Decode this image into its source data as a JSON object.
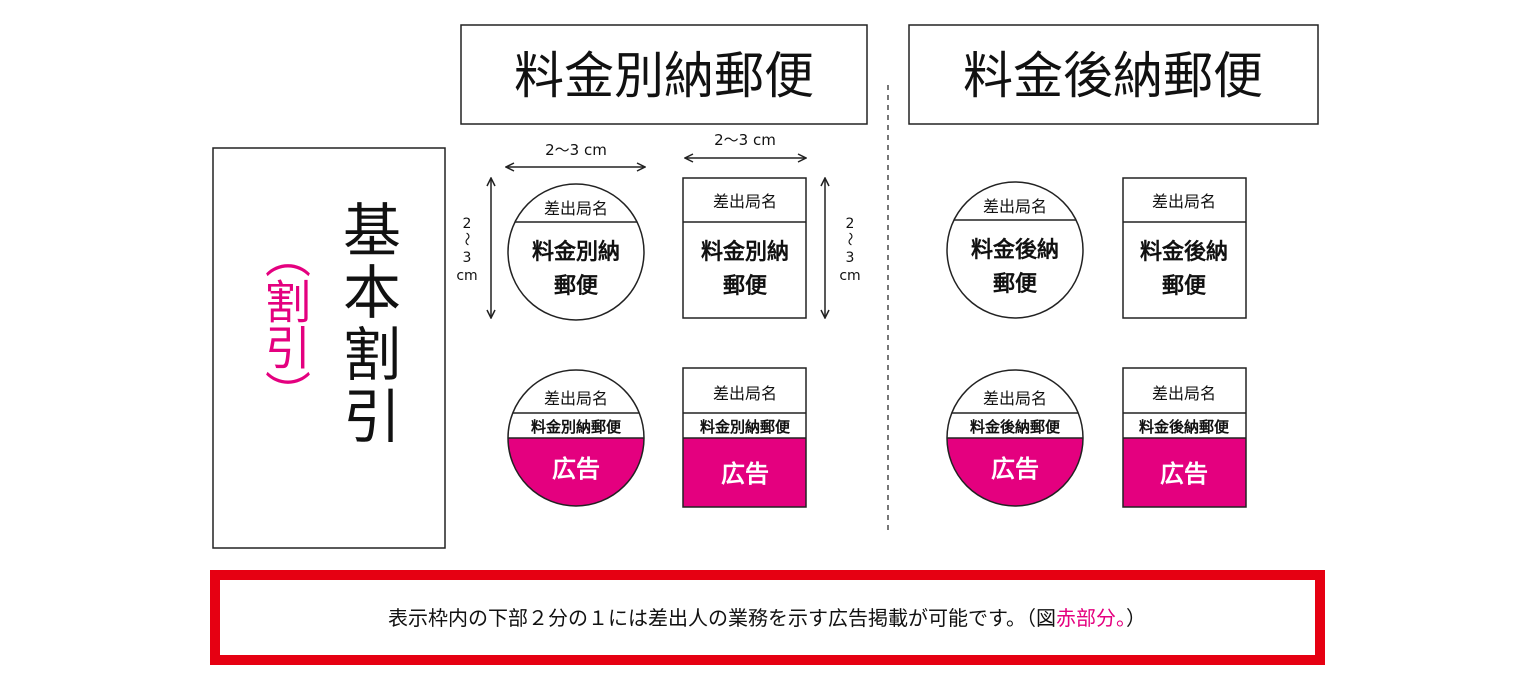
{
  "titles": {
    "separate": "料金別納郵便",
    "deferred": "料金後納郵便"
  },
  "discount": {
    "main": "基本割引",
    "sub": "（割引）"
  },
  "dimension": {
    "horizontal": "2～3 cm",
    "vertical_num_top": "2",
    "vertical_tilde": "～",
    "vertical_num_bottom": "3",
    "vertical_unit": "cm"
  },
  "marks": {
    "office_name": "差出局名",
    "separate_line1": "料金別納",
    "separate_line2": "郵便",
    "separate_full": "料金別納郵便",
    "deferred_line1": "料金後納",
    "deferred_line2": "郵便",
    "deferred_full": "料金後納郵便",
    "ad": "広告"
  },
  "note": {
    "text": "表示枠内の下部２分の１には差出人の業務を示す広告掲載が可能です。（図",
    "highlight": "赤部分。",
    "end": "）"
  },
  "colors": {
    "pink": "#e4007f",
    "red": "#e60012"
  }
}
